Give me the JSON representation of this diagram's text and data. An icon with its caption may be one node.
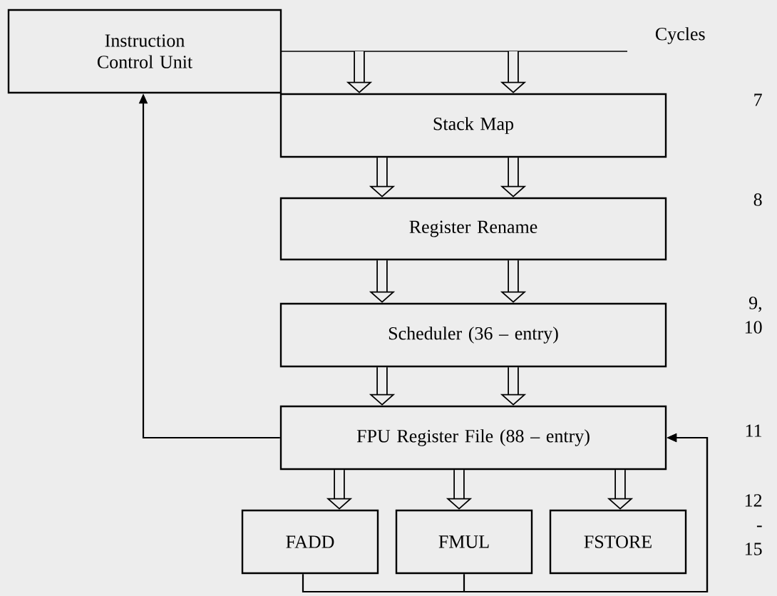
{
  "diagram": {
    "nodes": [
      {
        "text": [
          "Instruction Control Unit"
        ]
      },
      {
        "text": [
          "Stack Map"
        ]
      },
      {
        "text": [
          "Register Rename"
        ]
      },
      {
        "text": [
          "Scheduler (36 – entry)"
        ]
      },
      {
        "text": [
          "FPU Register File (88 – entry)"
        ]
      },
      {
        "text": [
          "FADD"
        ]
      },
      {
        "text": [
          "FMUL"
        ]
      },
      {
        "text": [
          "FSTORE"
        ]
      }
    ],
    "edges": [
      {
        "from": null,
        "to": 1,
        "arrow": "to"
      },
      {
        "from": null,
        "to": 1,
        "arrow": "to"
      },
      {
        "from": 1,
        "to": 2,
        "arrow": "to"
      },
      {
        "from": 1,
        "to": 2,
        "arrow": "to"
      },
      {
        "from": 2,
        "to": 3,
        "arrow": "to"
      },
      {
        "from": 2,
        "to": 3,
        "arrow": "to"
      },
      {
        "from": 3,
        "to": 4,
        "arrow": "to"
      },
      {
        "from": 3,
        "to": 4,
        "arrow": "to"
      },
      {
        "from": 4,
        "to": 5,
        "arrow": "to"
      },
      {
        "from": 4,
        "to": 6,
        "arrow": "to"
      },
      {
        "from": 4,
        "to": 7,
        "arrow": "to"
      },
      {
        "from": 4,
        "to": 0,
        "arrow": "to"
      },
      {
        "from": 5,
        "to": 4,
        "arrow": "to"
      },
      {
        "from": 6,
        "to": 4,
        "arrow": "to"
      }
    ],
    "labels": [
      "Cycles",
      "7",
      "8",
      "9, 10",
      "11",
      "12 - 15"
    ]
  }
}
